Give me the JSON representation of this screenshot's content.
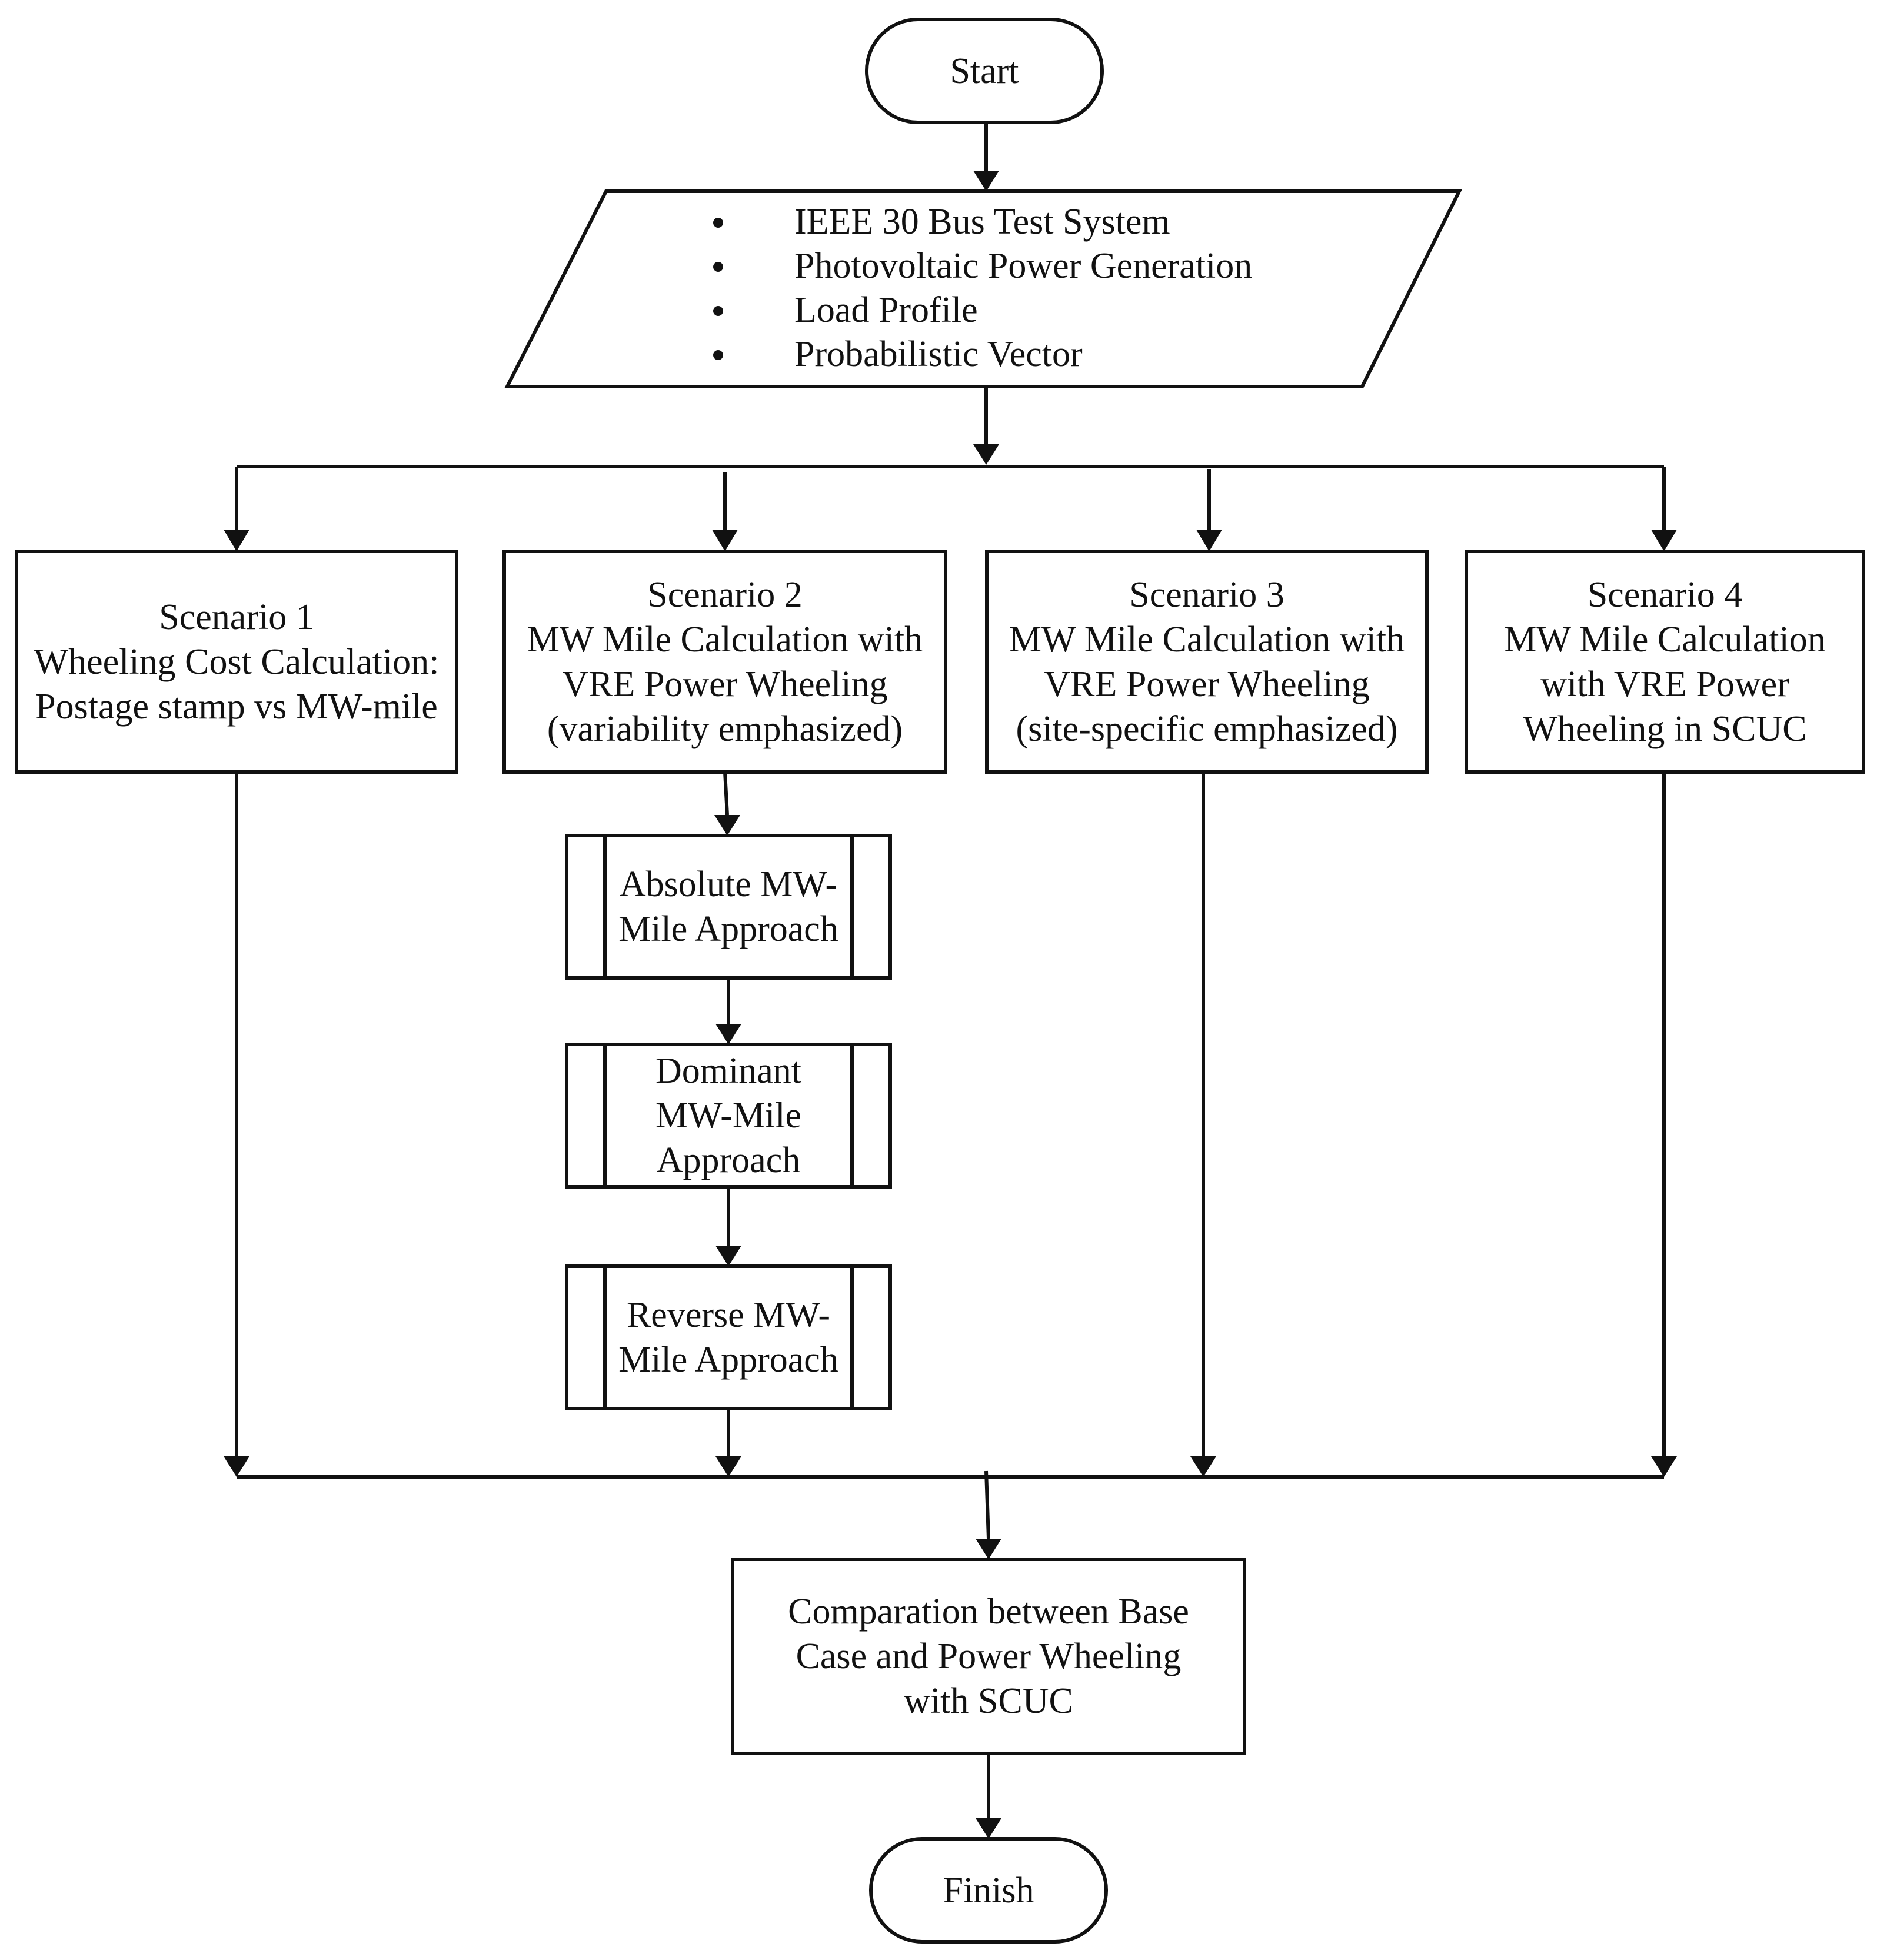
{
  "diagram": {
    "start": "Start",
    "input_items": [
      "IEEE 30 Bus Test System",
      "Photovoltaic Power Generation",
      "Load Profile",
      "Probabilistic Vector"
    ],
    "scenarios": [
      {
        "text": "Scenario 1\nWheeling Cost Calculation:\nPostage stamp vs MW-mile"
      },
      {
        "text": "Scenario 2\nMW Mile Calculation with\nVRE Power Wheeling\n(variability emphasized)"
      },
      {
        "text": "Scenario 3\nMW Mile Calculation with\nVRE Power Wheeling\n(site-specific emphasized)"
      },
      {
        "text": "Scenario 4\nMW Mile Calculation\nwith VRE Power\nWheeling  in SCUC"
      }
    ],
    "subprocesses": [
      {
        "text": "Absolute MW-\nMile Approach"
      },
      {
        "text": "Dominant\nMW-Mile\nApproach"
      },
      {
        "text": "Reverse MW-\nMile Approach"
      }
    ],
    "comparison": "Comparation between Base\nCase and Power Wheeling\nwith SCUC",
    "finish": "Finish"
  }
}
